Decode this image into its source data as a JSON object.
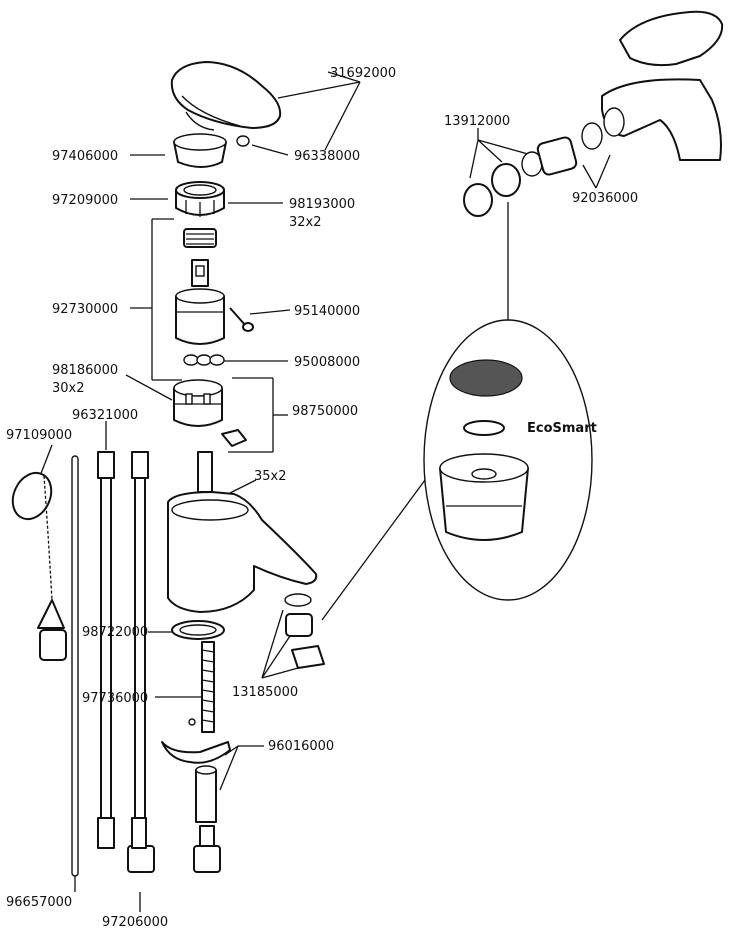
{
  "labels": {
    "p31692000": "31692000",
    "p97406000": "97406000",
    "p96338000": "96338000",
    "p97209000": "97209000",
    "p98193000": "98193000",
    "p98193000_qty": "32x2",
    "p92730000": "92730000",
    "p95140000": "95140000",
    "p95008000": "95008000",
    "p98186000": "98186000",
    "p98186000_qty": "30x2",
    "p98750000": "98750000",
    "p96321000": "96321000",
    "p97109000": "97109000",
    "p35x2": "35x2",
    "p98722000": "98722000",
    "p97736000": "97736000",
    "p96016000": "96016000",
    "p13185000": "13185000",
    "p96657000": "96657000",
    "p97206000": "97206000",
    "p13912000": "13912000",
    "p92036000": "92036000",
    "ecosmart": "EcoSmart"
  }
}
